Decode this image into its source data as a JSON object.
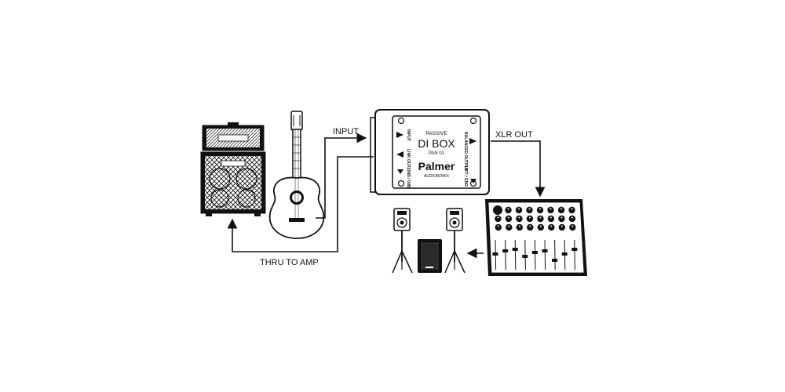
{
  "labels": {
    "input": "INPUT",
    "xlr_out": "XLR OUT",
    "thru_to_amp": "THRU TO AMP"
  },
  "di_box": {
    "type": "PASSIVE",
    "name": "DI BOX",
    "model": "PAN 01",
    "brand": "Palmer",
    "sub_brand": "AUDIONOMIX",
    "left_jacks": [
      "INPUT",
      "LINK OUT"
    ],
    "left_switch": "-20dB / 0dB",
    "right_jack": "BALANCED OUTPUT",
    "right_switch": "LIFT / GND"
  },
  "colors": {
    "ink": "#111111",
    "background": "#ffffff"
  }
}
